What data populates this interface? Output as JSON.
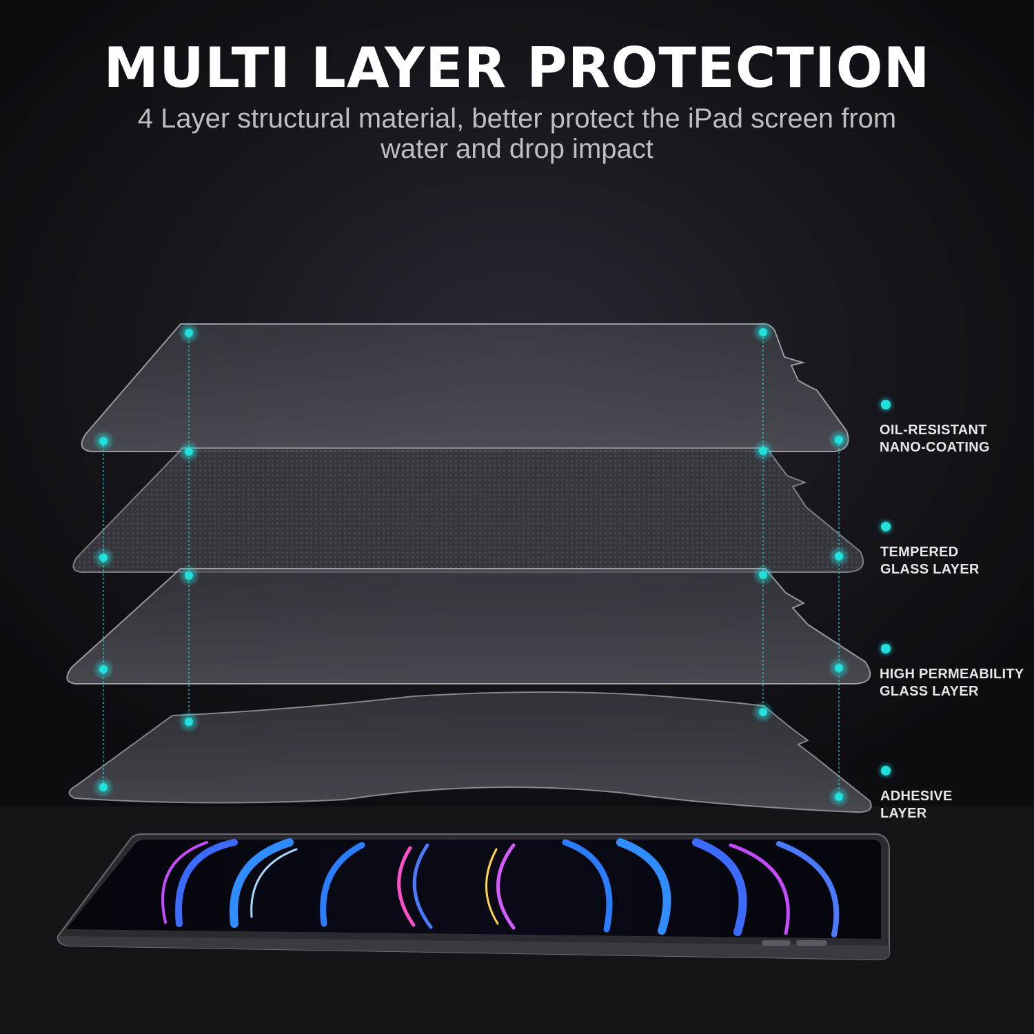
{
  "header": {
    "title": "MULTI LAYER PROTECTION",
    "subtitle_line1": "4 Layer structural material, better protect the iPad screen from",
    "subtitle_line2": "water and drop impact"
  },
  "layers": [
    {
      "line1": "OIL-RESISTANT",
      "line2": "NANO-COATING"
    },
    {
      "line1": "TEMPERED",
      "line2": "GLASS LAYER"
    },
    {
      "line1": "HIGH PERMEABILITY",
      "line2": "GLASS LAYER"
    },
    {
      "line1": "ADHESIVE",
      "line2": "LAYER"
    }
  ],
  "colors": {
    "accent": "#22e0dc",
    "background": "#16161c"
  }
}
